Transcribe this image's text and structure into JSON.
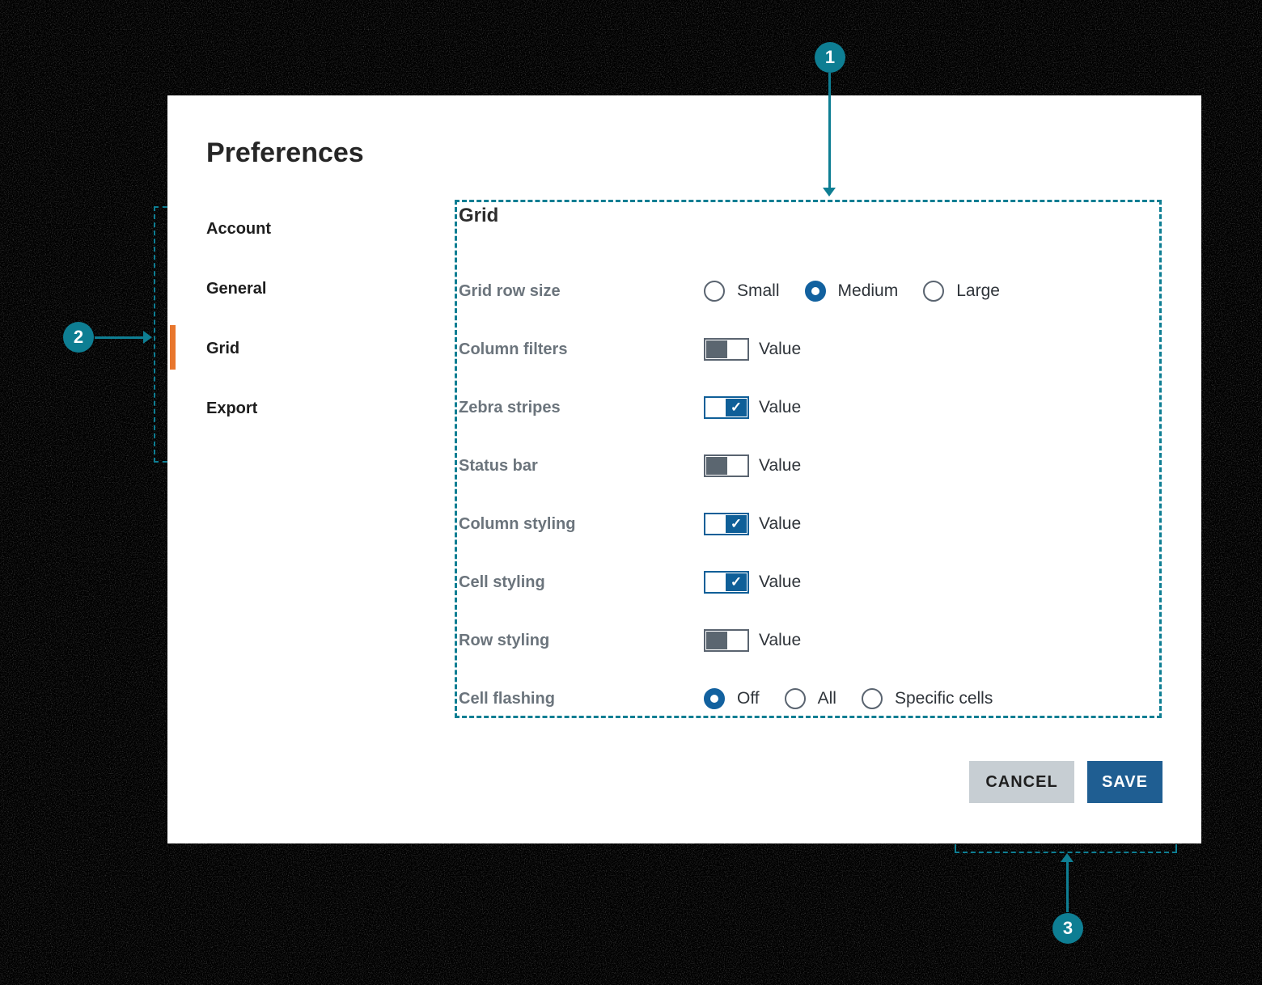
{
  "dialog": {
    "title": "Preferences"
  },
  "sidebar": {
    "items": [
      {
        "label": "Account",
        "active": false
      },
      {
        "label": "General",
        "active": false
      },
      {
        "label": "Grid",
        "active": true
      },
      {
        "label": "Export",
        "active": false
      }
    ],
    "active_indicator_color": "#e8762d"
  },
  "panel": {
    "heading": "Grid",
    "border_color": "#0e7e93",
    "rows": [
      {
        "label": "Grid row size",
        "type": "radio-group",
        "options": [
          {
            "label": "Small",
            "selected": false
          },
          {
            "label": "Medium",
            "selected": true
          },
          {
            "label": "Large",
            "selected": false
          }
        ]
      },
      {
        "label": "Column filters",
        "type": "toggle",
        "checked": false,
        "value_label": "Value"
      },
      {
        "label": "Zebra stripes",
        "type": "toggle",
        "checked": true,
        "value_label": "Value"
      },
      {
        "label": "Status bar",
        "type": "toggle",
        "checked": false,
        "value_label": "Value"
      },
      {
        "label": "Column styling",
        "type": "toggle",
        "checked": true,
        "value_label": "Value"
      },
      {
        "label": "Cell styling",
        "type": "toggle",
        "checked": true,
        "value_label": "Value"
      },
      {
        "label": "Row styling",
        "type": "toggle",
        "checked": false,
        "value_label": "Value"
      },
      {
        "label": "Cell flashing",
        "type": "radio-group",
        "options": [
          {
            "label": "Off",
            "selected": true
          },
          {
            "label": "All",
            "selected": false
          },
          {
            "label": "Specific cells",
            "selected": false
          }
        ]
      }
    ]
  },
  "footer": {
    "cancel_label": "CANCEL",
    "save_label": "SAVE",
    "cancel_bg": "#c7ced3",
    "save_bg": "#1f5e92"
  },
  "controls": {
    "radio_selected_color": "#12619f",
    "toggle_on_color": "#0f5f98",
    "toggle_off_color": "#5b6670",
    "check_glyph": "✓"
  },
  "annotations": {
    "color": "#0e7e93",
    "callouts": [
      {
        "number": "1",
        "target": "grid-panel"
      },
      {
        "number": "2",
        "target": "sidebar-nav"
      },
      {
        "number": "3",
        "target": "footer-buttons"
      }
    ]
  }
}
